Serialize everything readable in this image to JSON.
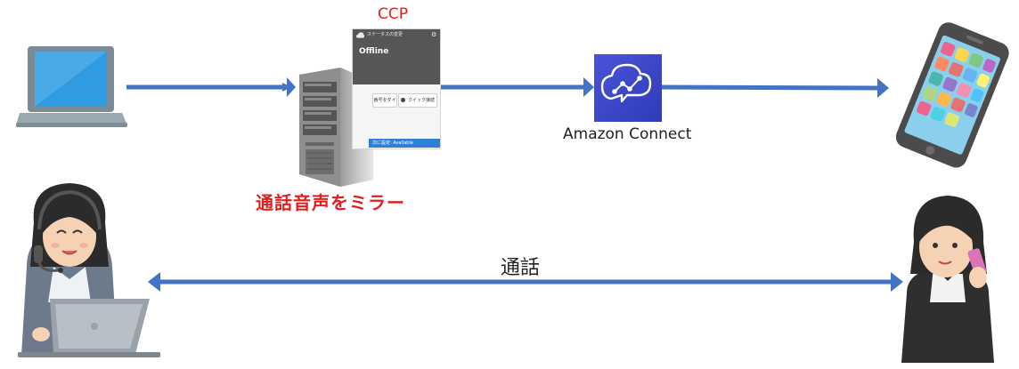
{
  "labels": {
    "ccp_title": "CCP",
    "mirror_caption": "通話音声をミラー",
    "amazon_connect": "Amazon Connect",
    "call": "通話"
  },
  "ccp_panel": {
    "status_menu": "ステータスの変更",
    "status": "Offline",
    "dial_button": "番号をダイヤル",
    "quick_connect_button": "クイック接続",
    "availability": "次に設定: Available"
  },
  "colors": {
    "arrow": "#4472c4",
    "caption_red": "#e41e1e",
    "aws_icon_bg": "#3b48cc"
  }
}
